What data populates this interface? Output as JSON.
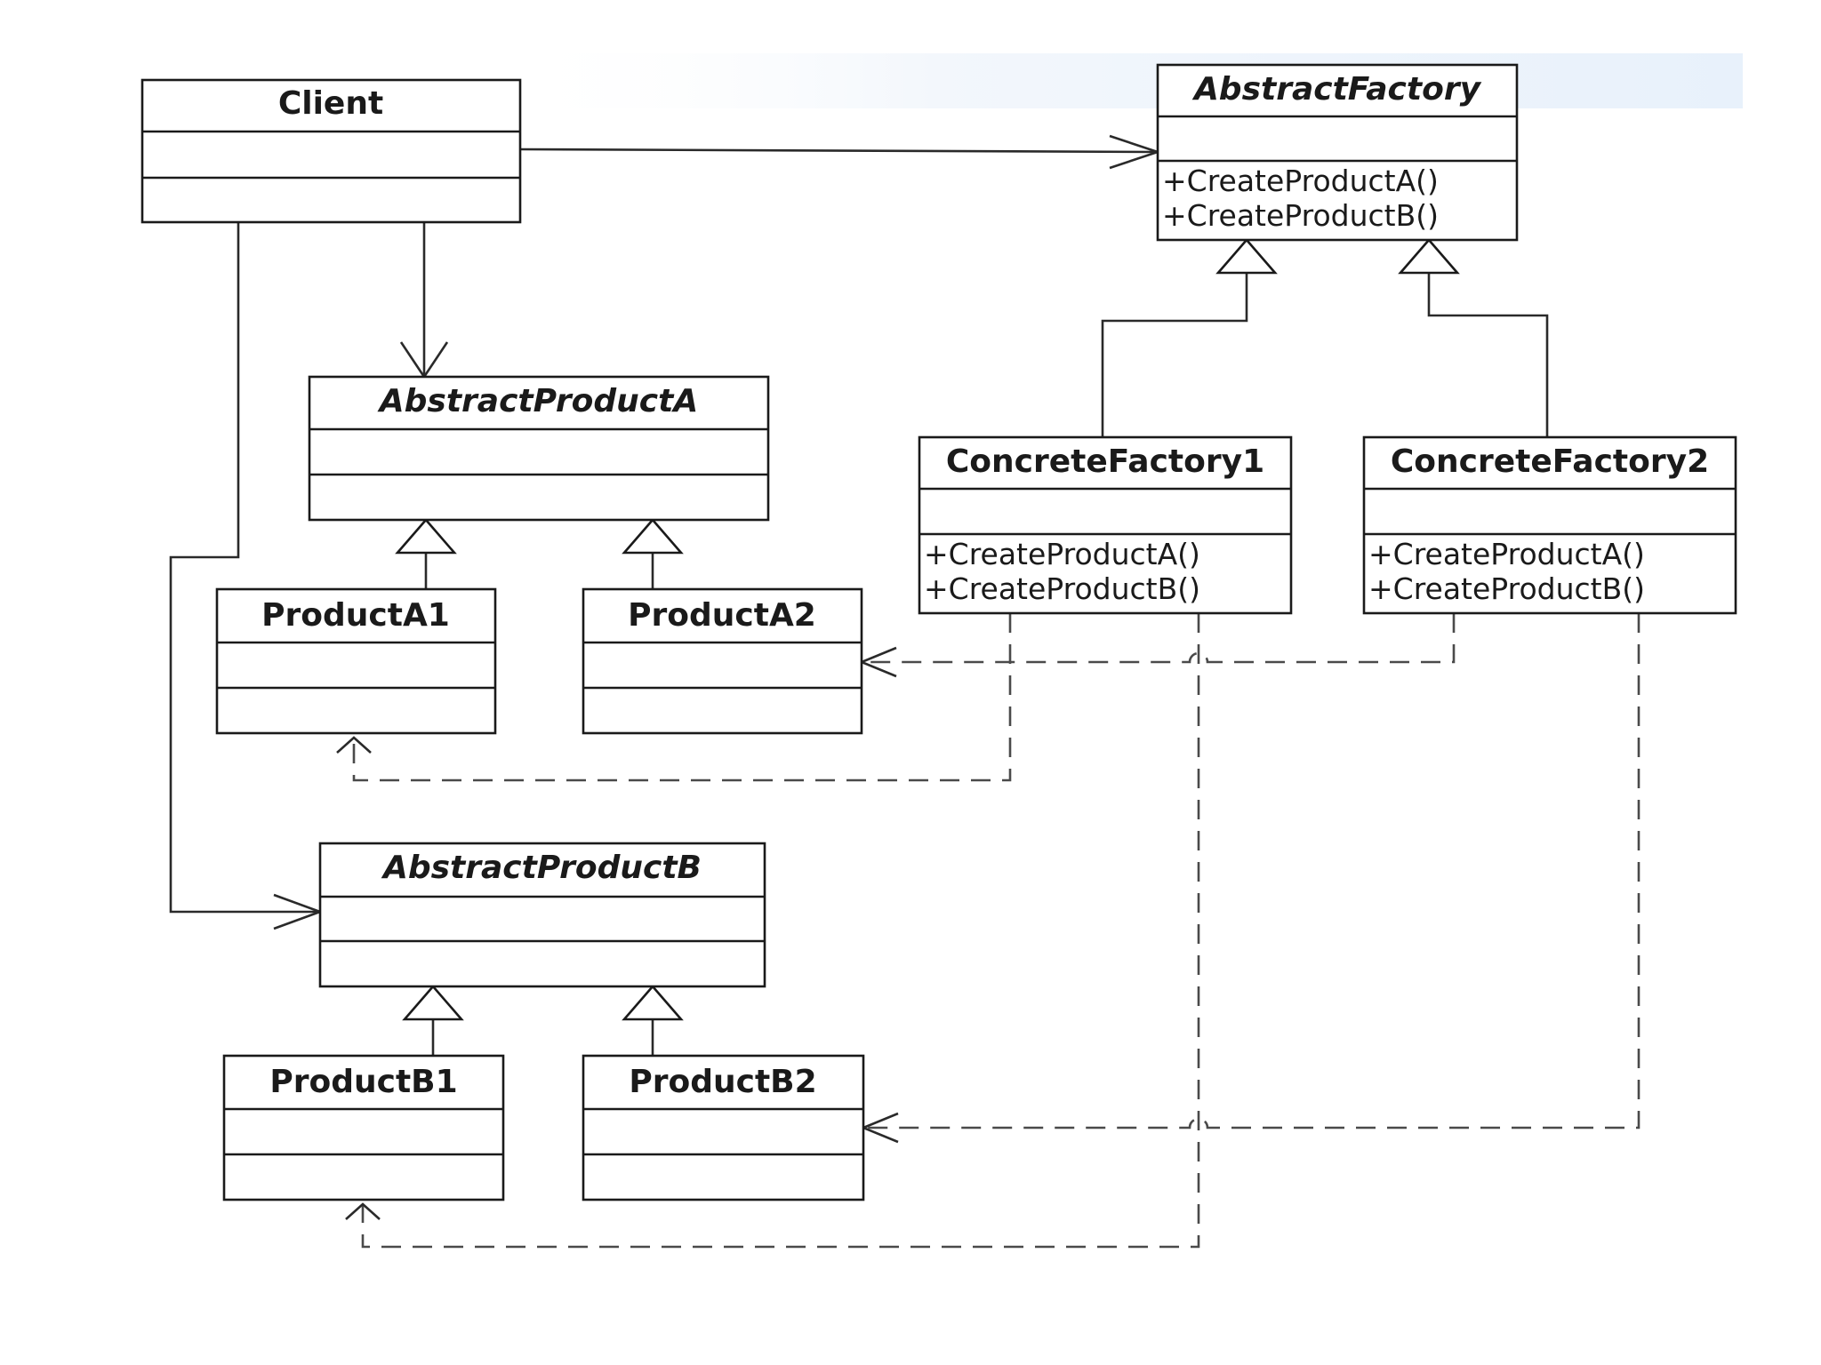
{
  "diagram": {
    "classes": {
      "client": {
        "name": "Client",
        "abstract": false,
        "operations": []
      },
      "abstract_factory": {
        "name": "AbstractFactory",
        "abstract": true,
        "operations": [
          "+CreateProductA()",
          "+CreateProductB()"
        ]
      },
      "abstract_product_a": {
        "name": "AbstractProductA",
        "abstract": true,
        "operations": []
      },
      "product_a1": {
        "name": "ProductA1",
        "abstract": false,
        "operations": []
      },
      "product_a2": {
        "name": "ProductA2",
        "abstract": false,
        "operations": []
      },
      "concrete_factory_1": {
        "name": "ConcreteFactory1",
        "abstract": false,
        "operations": [
          "+CreateProductA()",
          "+CreateProductB()"
        ]
      },
      "concrete_factory_2": {
        "name": "ConcreteFactory2",
        "abstract": false,
        "operations": [
          "+CreateProductA()",
          "+CreateProductB()"
        ]
      },
      "abstract_product_b": {
        "name": "AbstractProductB",
        "abstract": true,
        "operations": []
      },
      "product_b1": {
        "name": "ProductB1",
        "abstract": false,
        "operations": []
      },
      "product_b2": {
        "name": "ProductB2",
        "abstract": false,
        "operations": []
      }
    },
    "relations": [
      {
        "type": "association",
        "from": "Client",
        "to": "AbstractFactory"
      },
      {
        "type": "association",
        "from": "Client",
        "to": "AbstractProductA"
      },
      {
        "type": "association",
        "from": "Client",
        "to": "AbstractProductB"
      },
      {
        "type": "generalization",
        "from": "ConcreteFactory1",
        "to": "AbstractFactory"
      },
      {
        "type": "generalization",
        "from": "ConcreteFactory2",
        "to": "AbstractFactory"
      },
      {
        "type": "generalization",
        "from": "ProductA1",
        "to": "AbstractProductA"
      },
      {
        "type": "generalization",
        "from": "ProductA2",
        "to": "AbstractProductA"
      },
      {
        "type": "generalization",
        "from": "ProductB1",
        "to": "AbstractProductB"
      },
      {
        "type": "generalization",
        "from": "ProductB2",
        "to": "AbstractProductB"
      },
      {
        "type": "dependency",
        "from": "ConcreteFactory1",
        "to": "ProductA1"
      },
      {
        "type": "dependency",
        "from": "ConcreteFactory1",
        "to": "ProductB1"
      },
      {
        "type": "dependency",
        "from": "ConcreteFactory2",
        "to": "ProductA2"
      },
      {
        "type": "dependency",
        "from": "ConcreteFactory2",
        "to": "ProductB2"
      }
    ]
  }
}
